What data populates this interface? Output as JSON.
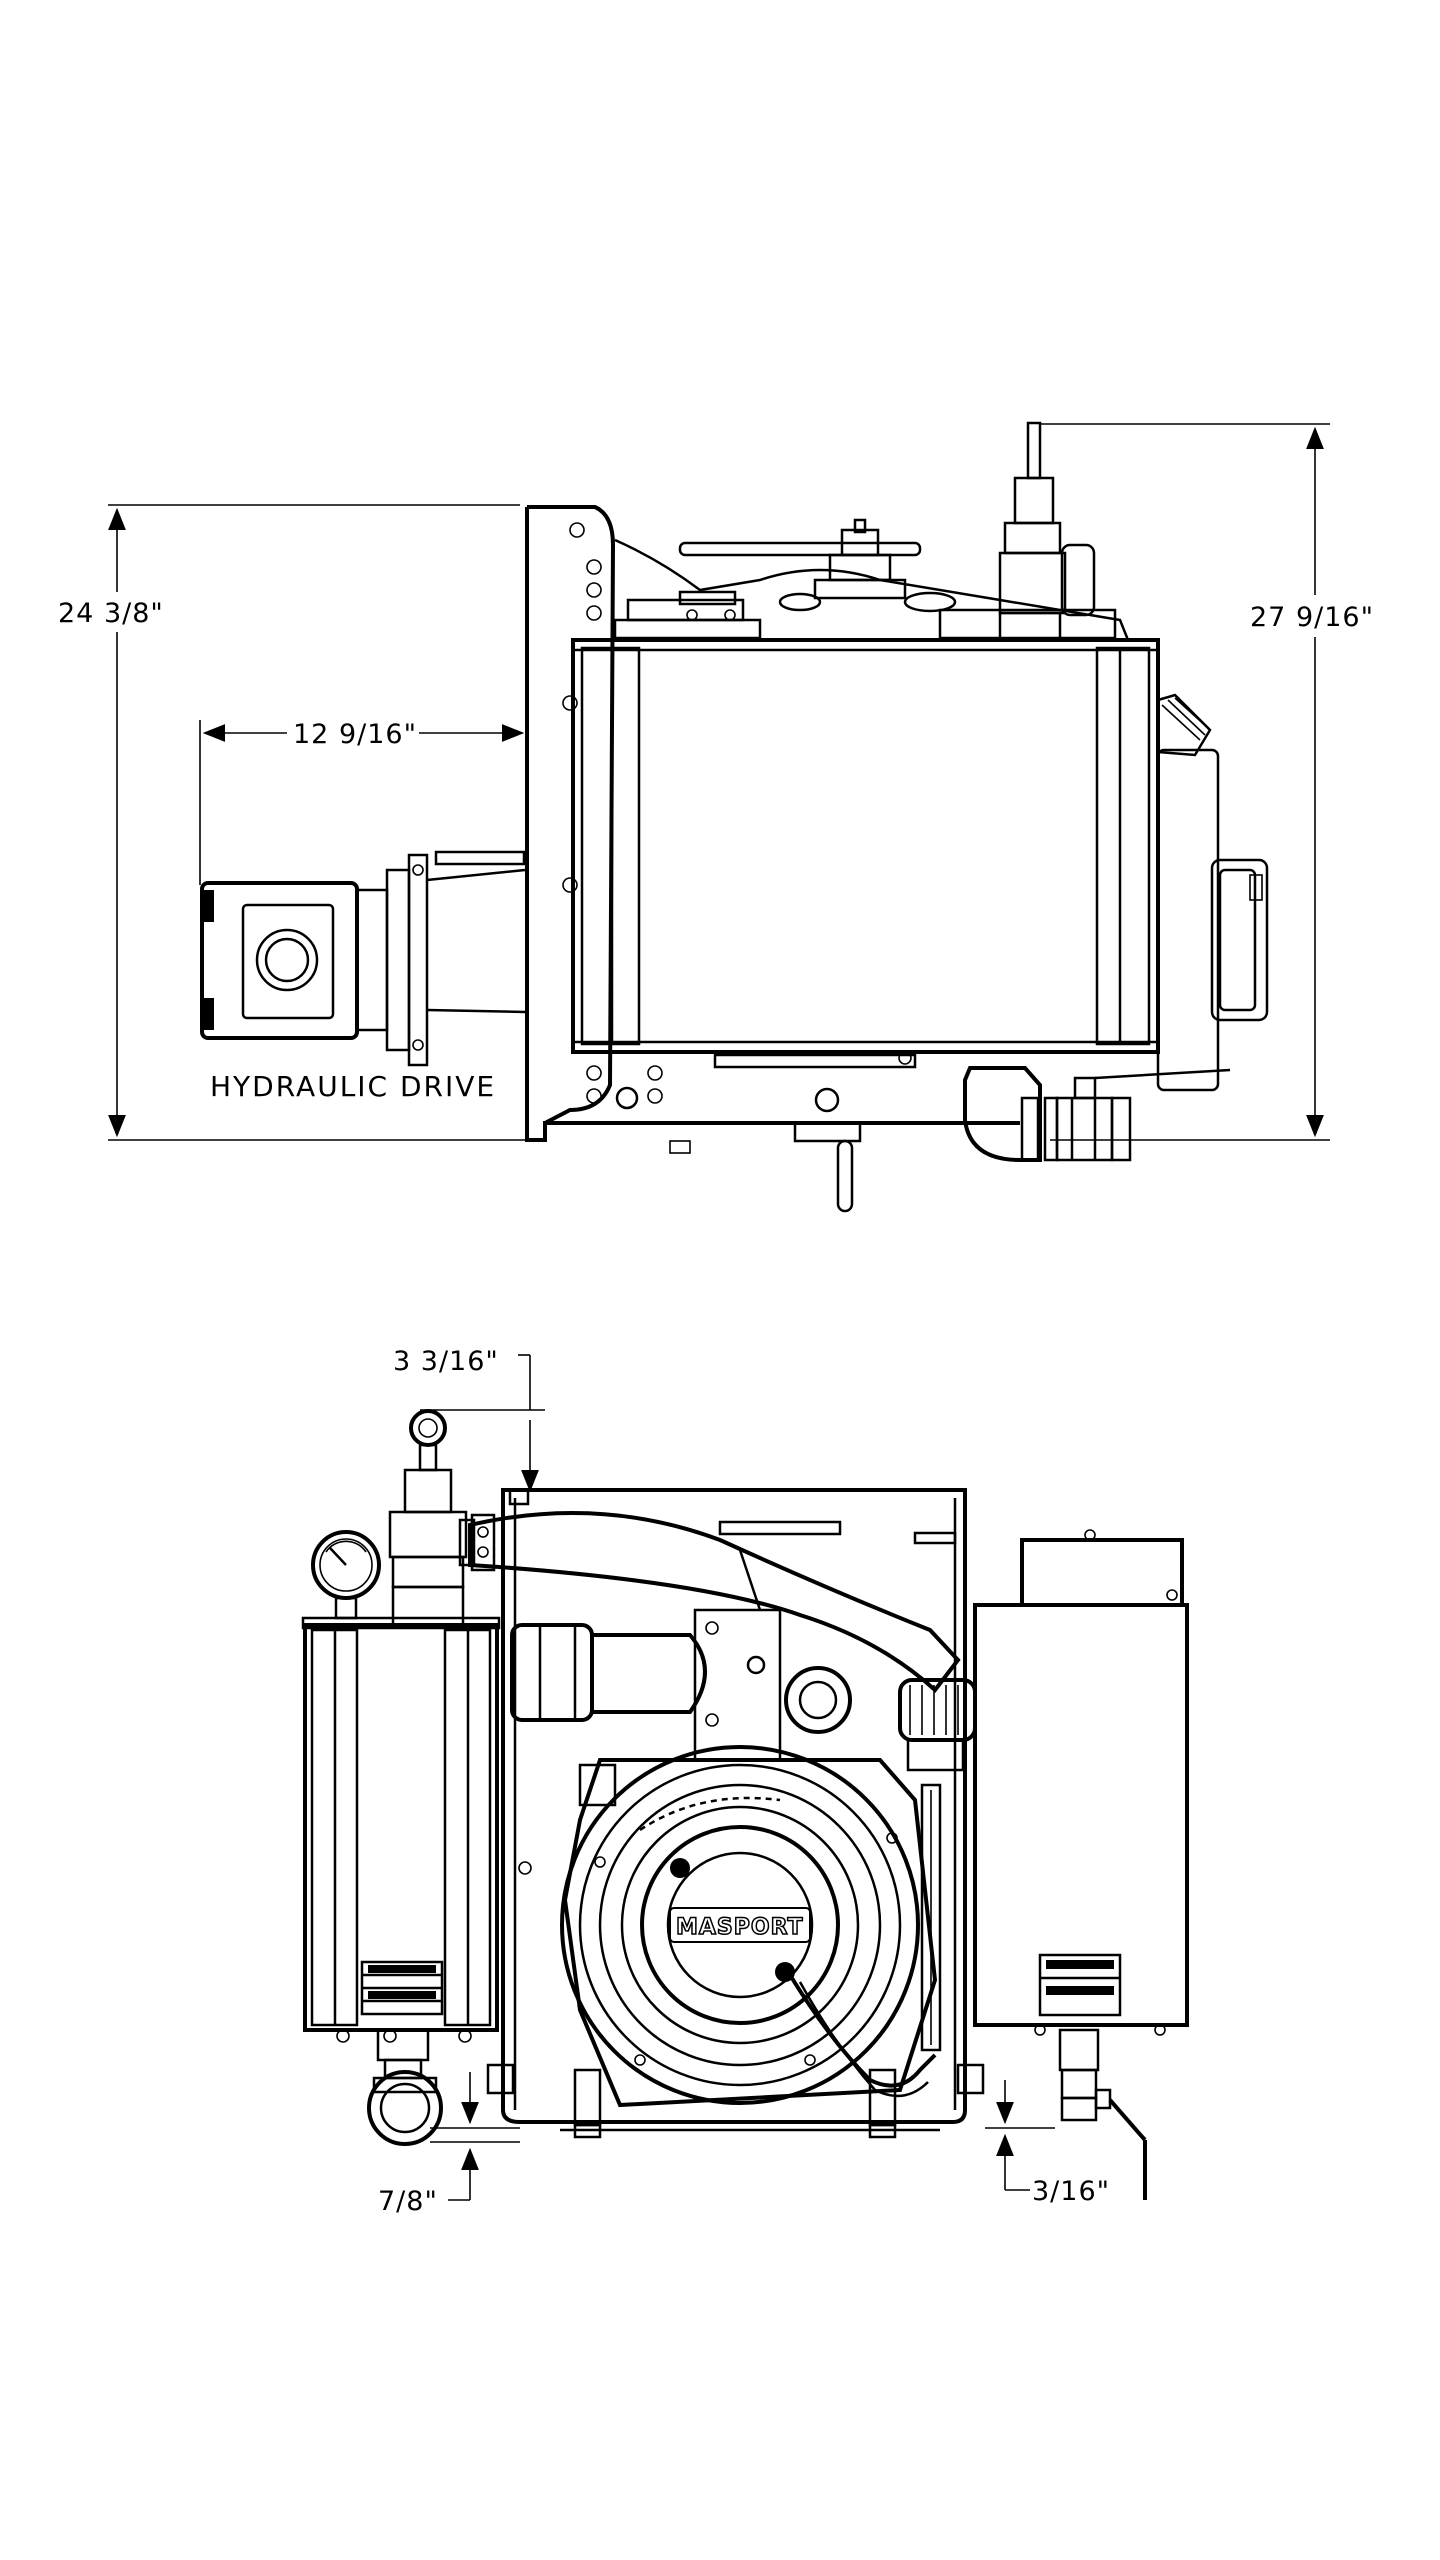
{
  "side_view": {
    "overall_height_left": "24 3/8\"",
    "hydraulic_drive_offset": "12 9/16\"",
    "overall_height_right": "27 9/16\"",
    "drive_label": "HYDRAULIC DRIVE"
  },
  "front_view": {
    "top_clearance": "3 3/16\"",
    "bottom_left_offset": "7/8\"",
    "bottom_right_offset": "3/16\"",
    "pump_brand": "MASPORT"
  }
}
